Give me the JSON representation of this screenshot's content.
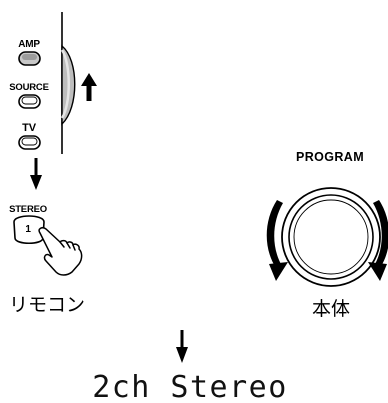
{
  "remote": {
    "amp_label": "AMP",
    "source_label": "SOURCE",
    "tv_label": "TV",
    "stereo_label": "STEREO",
    "stereo_number": "1",
    "caption": "リモコン"
  },
  "main_unit": {
    "program_label": "PROGRAM",
    "caption": "本体"
  },
  "display": {
    "text": "2ch Stereo"
  },
  "colors": {
    "ink": "#000000",
    "button_fill": "#c8c8c8",
    "slider_fill": "#b8b8b8",
    "background": "#ffffff"
  },
  "icons": {
    "up_arrow": "up-arrow-icon",
    "down_arrow": "down-arrow-icon",
    "hand": "pointing-hand-icon",
    "rotate": "rotate-arrows-icon"
  }
}
